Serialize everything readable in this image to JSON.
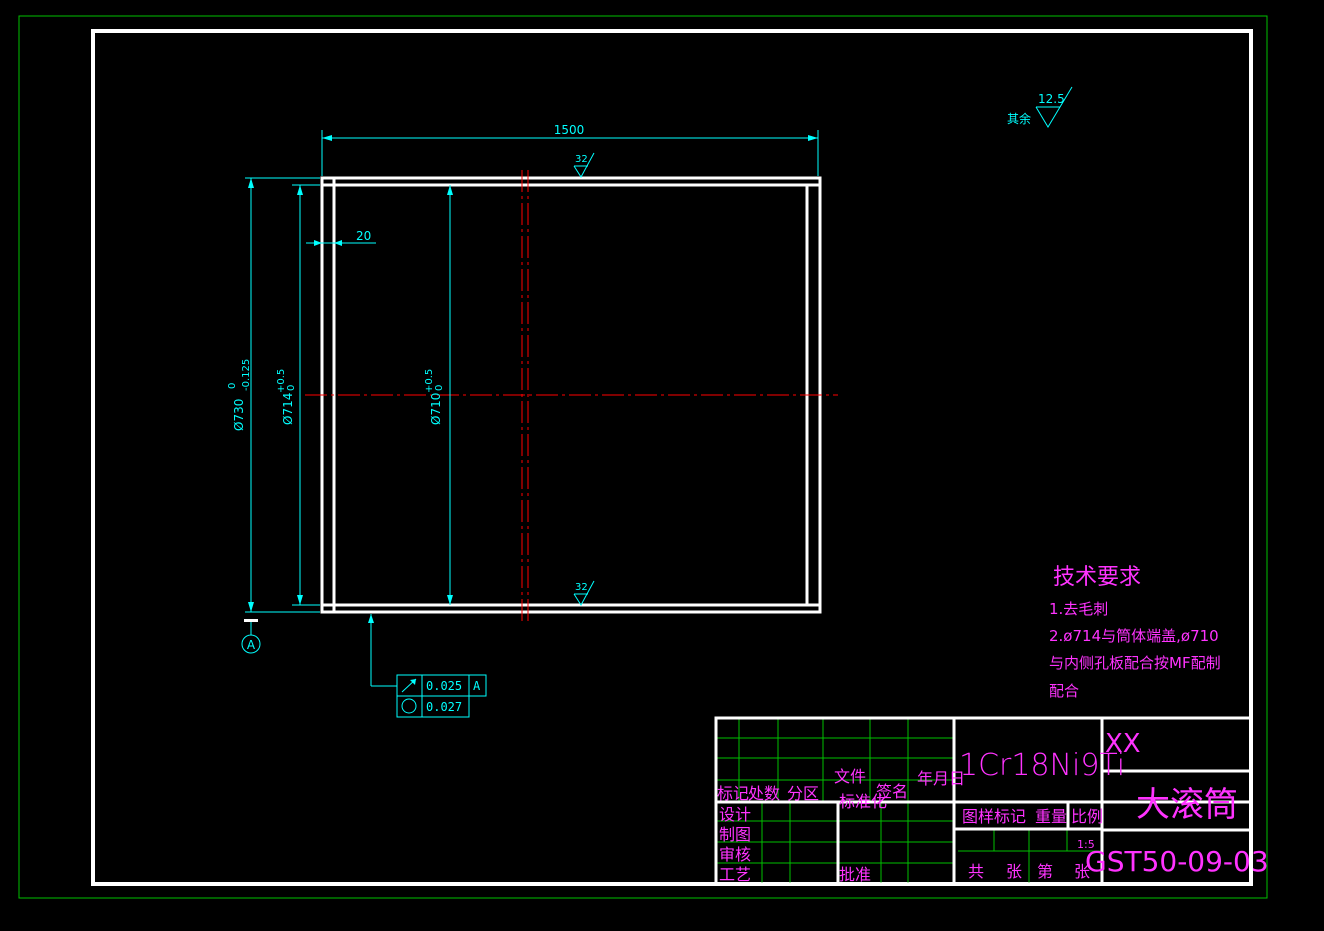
{
  "dimensions": {
    "length": "1500",
    "wall": "20",
    "d_outer": "Ø730",
    "d_outer_tol_upper": "0",
    "d_outer_tol_lower": "-0.125",
    "d_end": "Ø714",
    "d_end_tol_upper": "+0.5",
    "d_end_tol_lower": "0",
    "d_inner": "Ø710",
    "d_inner_tol_upper": "+0.5",
    "d_inner_tol_lower": "0"
  },
  "surface_finish": {
    "top": "32",
    "bottom": "32",
    "general_value": "12.5",
    "general_label": "其余"
  },
  "datum": {
    "label": "A"
  },
  "tolerance_frame": {
    "runout_value": "0.025",
    "runout_datum": "A",
    "roundness_value": "0.027"
  },
  "tech_requirements": {
    "title": "技术要求",
    "line1": "1.去毛刺",
    "line2": "2.ø714与筒体端盖,ø710",
    "line3": "与内侧孔板配合按MF配制",
    "line4": "配合"
  },
  "title_block": {
    "material": "1Cr18Ni9Ti",
    "company": "XX",
    "part_name": "大滚筒",
    "drawing_no": "GST50-09-03",
    "scale": "1:5",
    "h_mark": "标记",
    "h_count": "处数",
    "h_zone": "分区",
    "h_doc": "文件",
    "h_sign": "签名",
    "h_date": "年月日",
    "h_design": "设计",
    "h_draw": "制图",
    "h_check": "审核",
    "h_process": "工艺",
    "h_std": "标准化",
    "h_approve": "批准",
    "h_stage": "图样标记",
    "h_weight": "重量",
    "h_scale": "比例",
    "h_total": "共",
    "h_sheet": "张",
    "h_no": "第",
    "h_sheet2": "张"
  }
}
